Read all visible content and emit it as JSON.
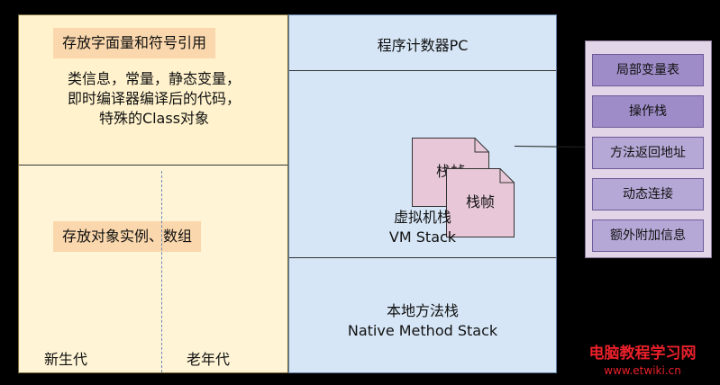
{
  "method_area": {
    "constant_pool_label": "存放字面量和符号引用",
    "class_info_lines": [
      "类信息，常量，静态变量，",
      "即时编译器编译后的代码，",
      "特殊的Class对象"
    ]
  },
  "heap": {
    "objects_label": "存放对象实例、数组",
    "young_generation": "新生代",
    "old_generation": "老年代"
  },
  "pc_register": {
    "label": "程序计数器PC"
  },
  "vm_stack": {
    "label_cn": "虚拟机栈",
    "label_en": "VM Stack",
    "frames": [
      "栈帧",
      "栈帧"
    ]
  },
  "native_stack": {
    "label_cn": "本地方法栈",
    "label_en": "Native Method Stack"
  },
  "frame_detail": {
    "items": [
      "局部变量表",
      "操作栈",
      "方法返回地址",
      "动态连接",
      "额外附加信息"
    ]
  },
  "watermark": {
    "title": "电脑教程学习网",
    "url": "www.etwiki.cn"
  },
  "colors": {
    "method_area": "#fff2cc",
    "label_fill": "#fad7ac",
    "runtime_panel": "#d6e6f6",
    "frame_fill": "#e8c8d8",
    "detail_panel": "#e1d5e7",
    "detail_dark": "#9e8cc8",
    "watermark": "#e8202a"
  }
}
